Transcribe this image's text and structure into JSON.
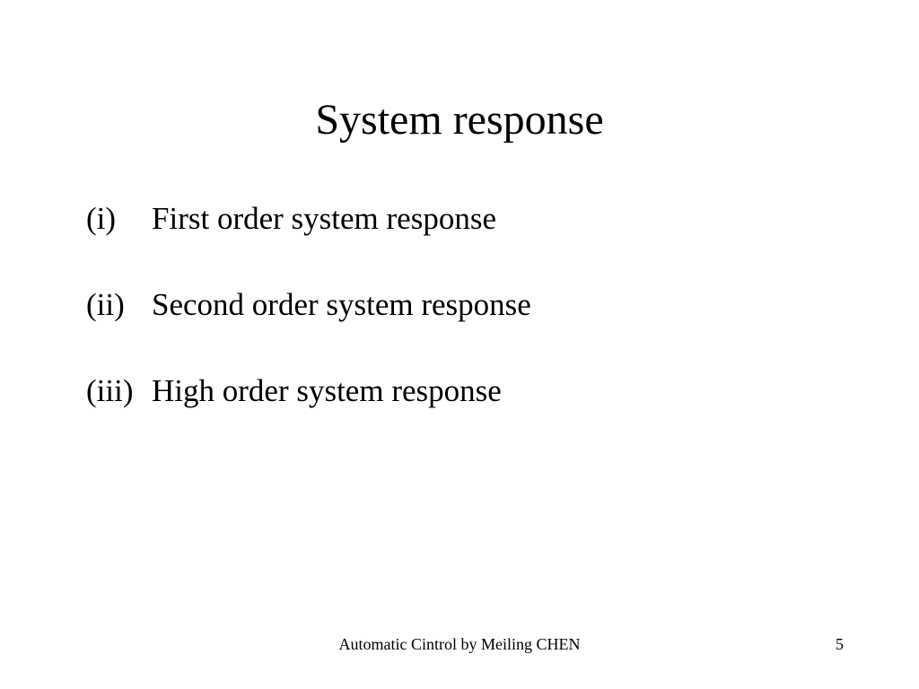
{
  "slide": {
    "title": "System response",
    "items": [
      {
        "number": "(i)",
        "text": "First order system response"
      },
      {
        "number": "(ii)",
        "text": "Second order system response"
      },
      {
        "number": "(iii)",
        "text": "High order system response"
      }
    ],
    "footer": "Automatic Cintrol by Meiling CHEN",
    "page_number": "5"
  }
}
